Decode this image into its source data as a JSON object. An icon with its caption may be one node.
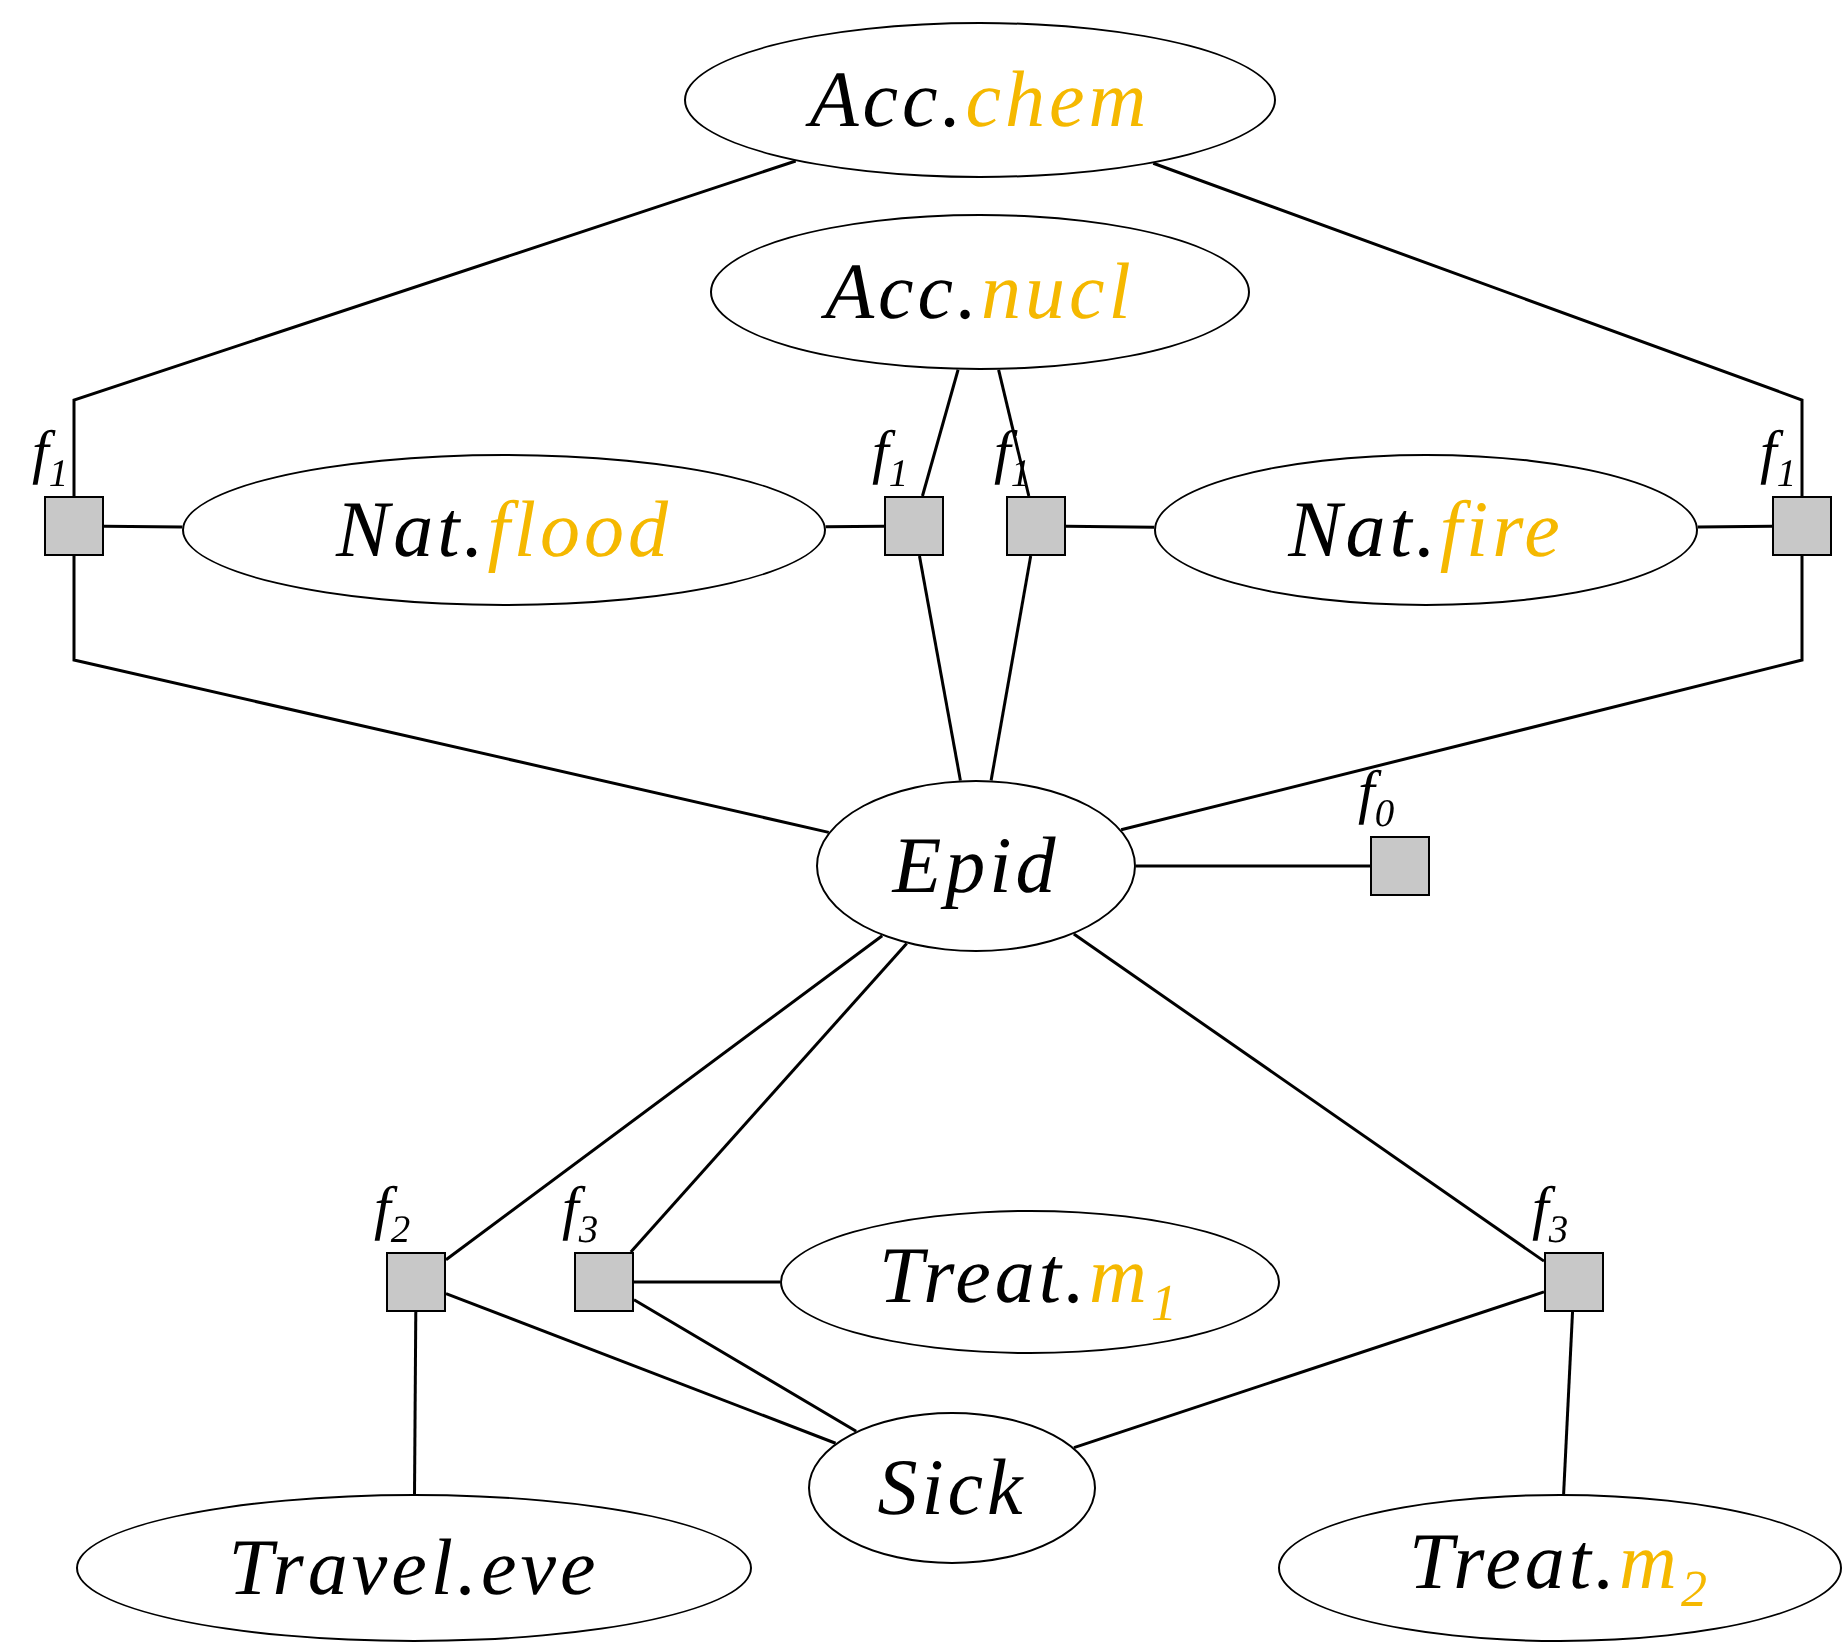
{
  "diagram": {
    "nodes": [
      {
        "text": [
          "Acc.chem"
        ]
      },
      {
        "text": [
          "Acc.nucl"
        ]
      },
      {
        "text": [],
        "shape": "box",
        "beside": [
          "f$_{1}$"
        ]
      },
      {
        "text": [
          "Nat.flood"
        ]
      },
      {
        "text": [],
        "shape": "box",
        "beside": [
          "f$_{1}$"
        ]
      },
      {
        "text": [],
        "shape": "box",
        "beside": [
          "f$_{1}$"
        ]
      },
      {
        "text": [
          "Nat.fire"
        ]
      },
      {
        "text": [],
        "shape": "box",
        "beside": [
          "f$_{1}$"
        ]
      },
      {
        "text": [
          "Epid"
        ]
      },
      {
        "text": [],
        "shape": "box",
        "beside": [
          "f$_{0}$"
        ]
      },
      {
        "text": [],
        "shape": "box",
        "beside": [
          "f$_{2}$"
        ]
      },
      {
        "text": [],
        "shape": "box",
        "beside": [
          "f$_{3}$"
        ]
      },
      {
        "text": [
          "Treat.m$_{1}$"
        ]
      },
      {
        "text": [],
        "shape": "box",
        "beside": [
          "f$_{3}$"
        ]
      },
      {
        "text": [
          "Sick"
        ]
      },
      {
        "text": [
          "Travel.eve"
        ]
      },
      {
        "text": [
          "Treat.m$_{2}$"
        ]
      }
    ],
    "edges": [
      {
        "from": 0,
        "to": 2,
        "arrow": "none"
      },
      {
        "from": 0,
        "to": 7,
        "arrow": "none"
      },
      {
        "from": 1,
        "to": 4,
        "arrow": "none"
      },
      {
        "from": 1,
        "to": 5,
        "arrow": "none"
      },
      {
        "from": 2,
        "to": 3,
        "arrow": "none"
      },
      {
        "from": 2,
        "to": 8,
        "arrow": "none"
      },
      {
        "from": 3,
        "to": 4,
        "arrow": "none"
      },
      {
        "from": 4,
        "to": 8,
        "arrow": "none"
      },
      {
        "from": 5,
        "to": 8,
        "arrow": "none"
      },
      {
        "from": 5,
        "to": 6,
        "arrow": "none"
      },
      {
        "from": 6,
        "to": 7,
        "arrow": "none"
      },
      {
        "from": 7,
        "to": 8,
        "arrow": "none"
      },
      {
        "from": 8,
        "to": 9,
        "arrow": "none"
      },
      {
        "from": 8,
        "to": 10,
        "arrow": "none"
      },
      {
        "from": 8,
        "to": 11,
        "arrow": "none"
      },
      {
        "from": 8,
        "to": 13,
        "arrow": "none"
      },
      {
        "from": 10,
        "to": 15,
        "arrow": "none"
      },
      {
        "from": 10,
        "to": 14,
        "arrow": "none"
      },
      {
        "from": 11,
        "to": 12,
        "arrow": "none"
      },
      {
        "from": 11,
        "to": 14,
        "arrow": "none"
      },
      {
        "from": 13,
        "to": 14,
        "arrow": "none"
      },
      {
        "from": 13,
        "to": 16,
        "arrow": "none"
      }
    ]
  }
}
